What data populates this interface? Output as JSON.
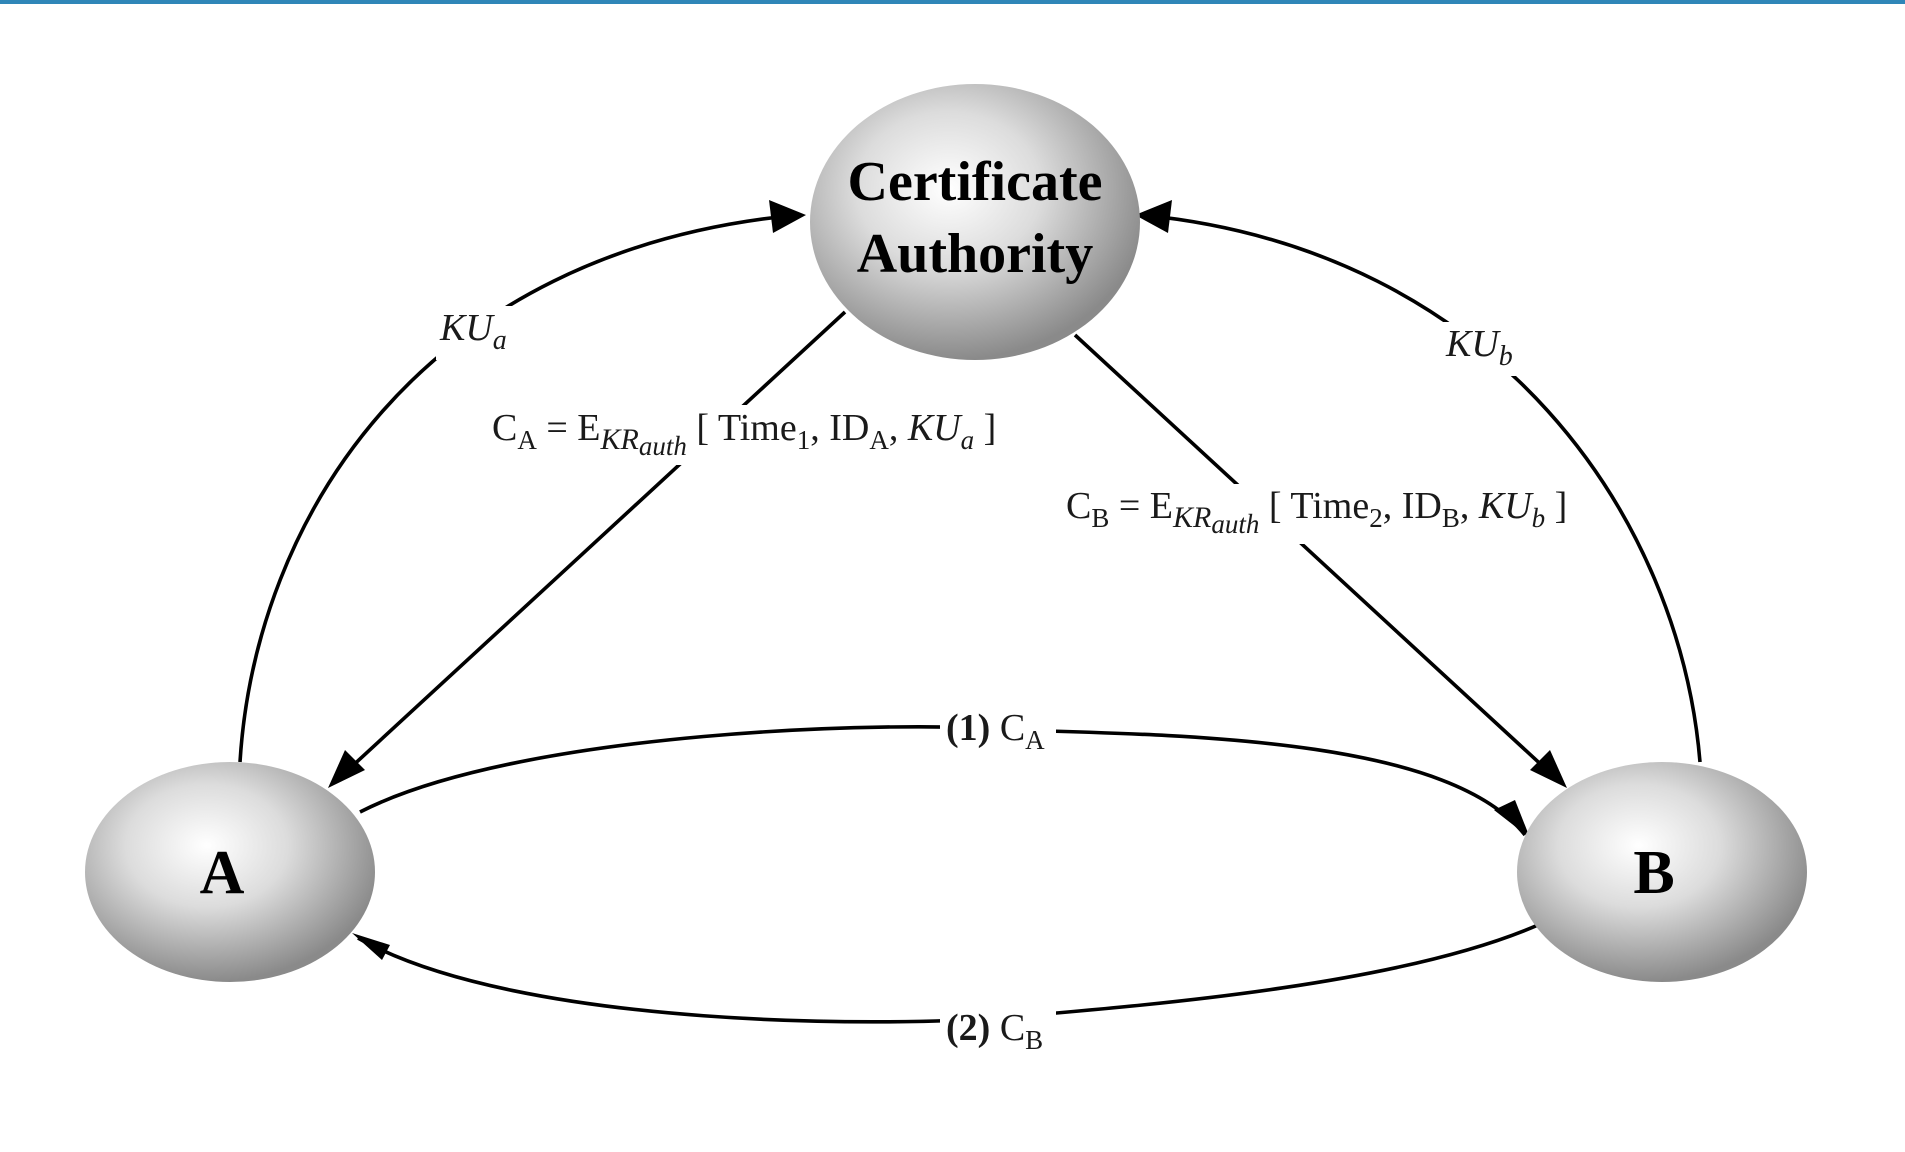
{
  "colors": {
    "accent_bar": "#2f86b8",
    "stroke": "#000000",
    "node_light": "#ffffff",
    "node_dark": "#8a8a8a"
  },
  "nodes": {
    "ca": {
      "line1": "Certificate",
      "line2": "Authority"
    },
    "a": {
      "label": "A"
    },
    "b": {
      "label": "B"
    }
  },
  "edges": {
    "a_to_ca": {
      "main": "KU",
      "sub": "a"
    },
    "b_to_ca": {
      "main": "KU",
      "sub": "b"
    },
    "ca_to_a": {
      "lhs": "C",
      "lhs_sub": "A",
      "eq": " = E",
      "key": "KR",
      "key_sub": "auth",
      "open": " [ Time",
      "t_sub": "1",
      "id": ", ID",
      "id_sub": "A",
      "comma": ", ",
      "ku": "KU",
      "ku_sub": "a",
      "close": " ]"
    },
    "ca_to_b": {
      "lhs": "C",
      "lhs_sub": "B",
      "eq": " = E",
      "key": "KR",
      "key_sub": "auth",
      "open": " [ Time",
      "t_sub": "2",
      "id": ", ID",
      "id_sub": "B",
      "comma": ", ",
      "ku": "KU",
      "ku_sub": "b",
      "close": " ]"
    },
    "a_to_b": {
      "step": "(1)",
      "cert": " C",
      "cert_sub": "A"
    },
    "b_to_a": {
      "step": "(2)",
      "cert": " C",
      "cert_sub": "B"
    }
  }
}
